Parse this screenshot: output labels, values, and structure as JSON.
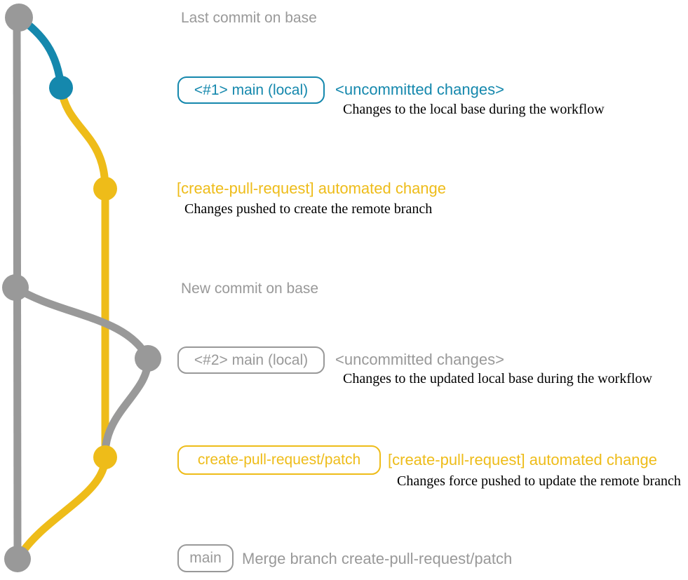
{
  "colors": {
    "gray": "#999999",
    "blue": "#1588ad",
    "yellow": "#eebc19",
    "caption": "#000000"
  },
  "graph": {
    "branches": [
      {
        "name": "base",
        "color_key": "gray"
      },
      {
        "name": "main (local)",
        "color_key": "blue"
      },
      {
        "name": "create-pull-request/patch",
        "color_key": "yellow"
      }
    ],
    "commit_count": 7
  },
  "annotations": {
    "last_commit_on_base": "Last commit on base",
    "new_commit_on_base": "New commit on base"
  },
  "rows": [
    {
      "badge": "<#1> main (local)",
      "title": "<uncommitted changes>",
      "caption": "Changes to the local base during the workflow"
    },
    {
      "title": "[create-pull-request] automated change",
      "caption": "Changes pushed to create the remote branch"
    },
    {
      "badge": "<#2> main (local)",
      "title": "<uncommitted changes>",
      "caption": "Changes to the updated local base during the workflow"
    },
    {
      "badge": "create-pull-request/patch",
      "title": "[create-pull-request] automated change",
      "caption": "Changes force pushed to update the remote branch"
    },
    {
      "badge": "main",
      "title": "Merge branch create-pull-request/patch"
    }
  ]
}
